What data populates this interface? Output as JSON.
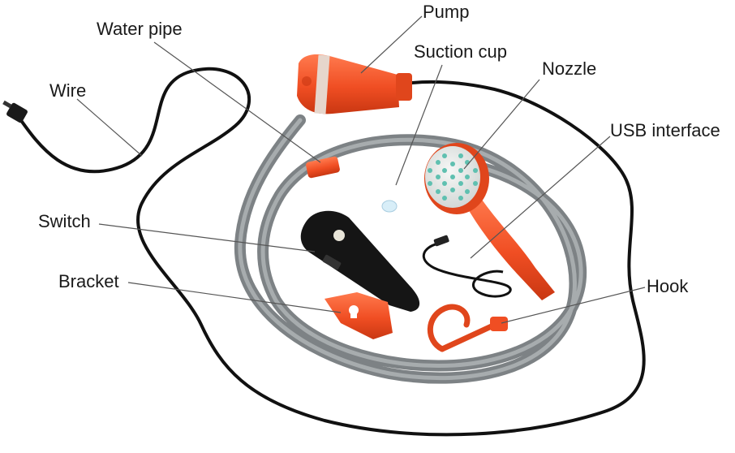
{
  "labels": {
    "pump": "Pump",
    "water_pipe": "Water pipe",
    "suction_cup": "Suction cup",
    "nozzle": "Nozzle",
    "wire": "Wire",
    "usb_interface": "USB interface",
    "switch": "Switch",
    "bracket": "Bracket",
    "hook": "Hook"
  },
  "colors": {
    "orange": "#f04e23",
    "orange_dark": "#c93712",
    "hose_gray": "#8f9497",
    "hose_light": "#b9bdbf",
    "wire_black": "#111111",
    "nozzle_teal": "#5fc0b0",
    "nozzle_face": "#e9ecea",
    "leader_line": "#555555"
  }
}
